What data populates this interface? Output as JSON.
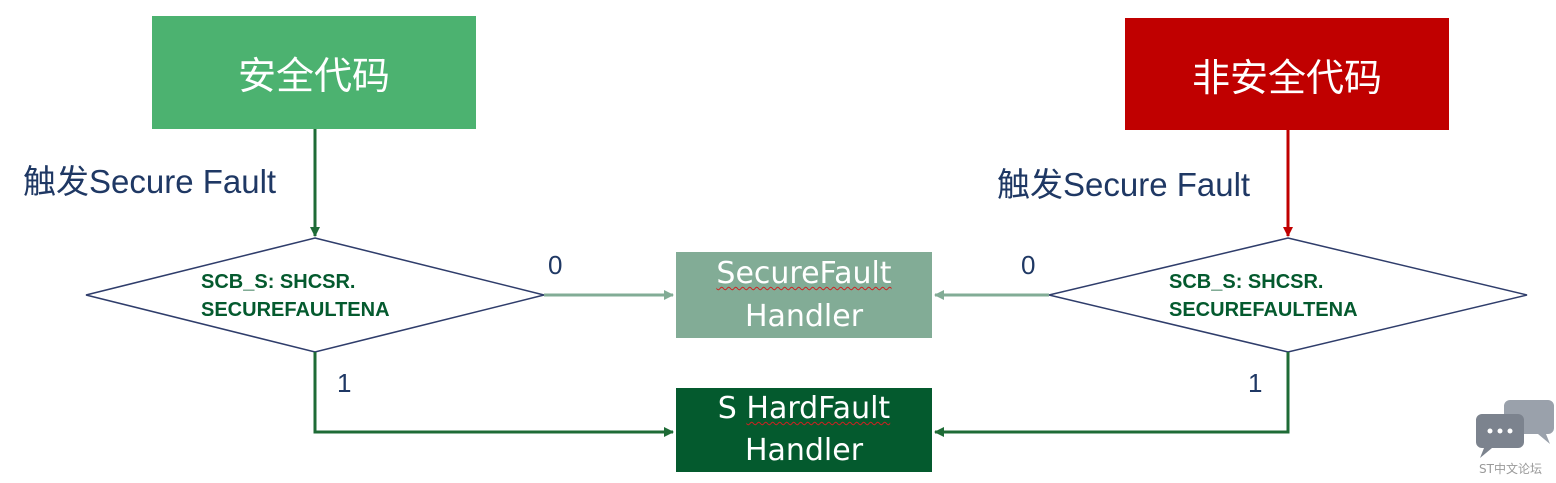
{
  "diagram": {
    "secure_code": {
      "label": "安全代码",
      "color": "#4cb270"
    },
    "nonsecure_code": {
      "label": "非安全代码",
      "color": "#c00000"
    },
    "trigger_left": "触发Secure Fault",
    "trigger_right": "触发Secure Fault",
    "decision_left": {
      "line1": "SCB_S: SHCSR.",
      "line2": "SECUREFAULTENA"
    },
    "decision_right": {
      "line1": "SCB_S: SHCSR.",
      "line2": "SECUREFAULTENA"
    },
    "branch_left_0": "0",
    "branch_right_0": "0",
    "branch_left_1": "1",
    "branch_right_1": "1",
    "securefault_handler": {
      "prefix": "",
      "word": "SecureFault",
      "line2": "Handler",
      "color": "#82ac96"
    },
    "hardfault_handler": {
      "prefix": "S ",
      "word": "HardFault",
      "line2": "Handler",
      "color": "#045a2e"
    },
    "colors": {
      "left_arrow": "#1e6b36",
      "right_arrow": "#c00000",
      "branch_0_arrow": "#82ac96",
      "branch_1_arrow": "#1e6b36",
      "diamond_stroke": "#2f3d6b",
      "text": "#1f3864"
    }
  },
  "watermark": {
    "icon": "chat-bubbles-icon",
    "text": "ST中文论坛"
  }
}
